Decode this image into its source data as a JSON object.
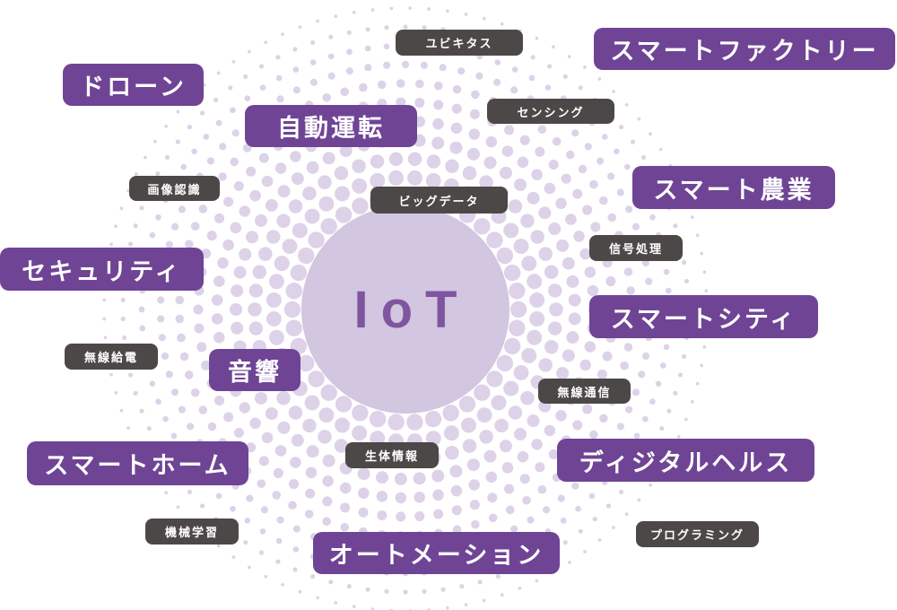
{
  "center": {
    "label": "IoT"
  },
  "colors": {
    "primary": "#6f4495",
    "secondary": "#4d4848",
    "hub": "#d3c6e0",
    "hub_text": "#7f55a0",
    "dots": "#ddd2e8"
  },
  "major_topics": [
    "スマートファクトリー",
    "ドローン",
    "自動運転",
    "スマート農業",
    "セキュリティ",
    "スマートシティ",
    "音響",
    "スマートホーム",
    "ディジタルヘルス",
    "オートメーション"
  ],
  "minor_topics": [
    "ユビキタス",
    "センシング",
    "画像認識",
    "ビッグデータ",
    "信号処理",
    "無線給電",
    "無線通信",
    "生体情報",
    "機械学習",
    "プログラミング"
  ]
}
